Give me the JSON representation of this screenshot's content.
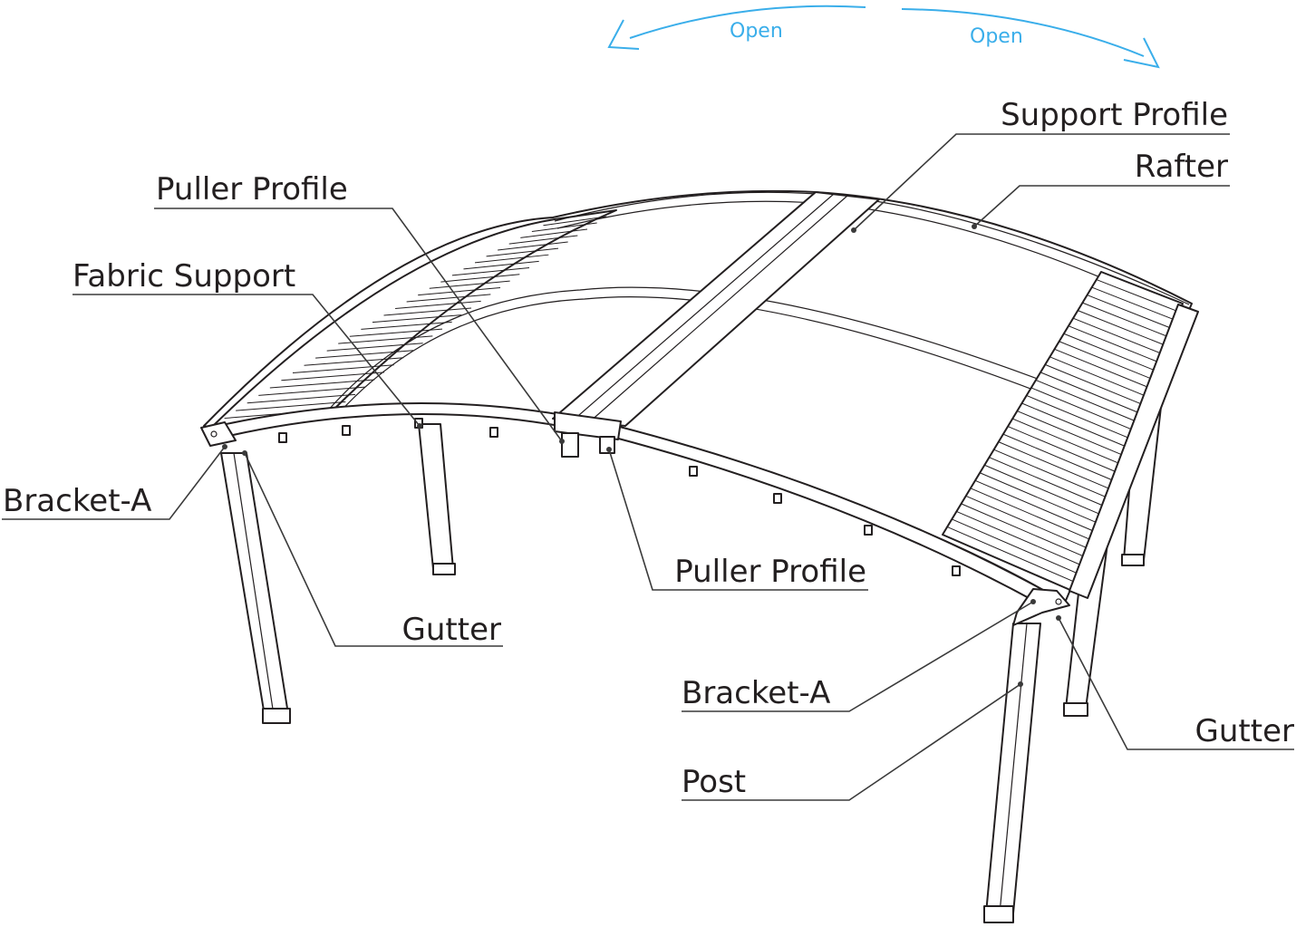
{
  "labels": {
    "open_left": "Open",
    "open_right": "Open",
    "support_profile": "Support Profile",
    "rafter": "Rafter",
    "puller_profile_top": "Puller Profile",
    "fabric_support": "Fabric Support",
    "bracket_a_left": "Bracket-A",
    "gutter_left": "Gutter",
    "puller_profile_mid": "Puller Profile",
    "bracket_a_right": "Bracket-A",
    "gutter_right": "Gutter",
    "post": "Post"
  },
  "colors": {
    "line": "#231f20",
    "leader": "#3a3a3a",
    "open_arrow": "#3aaeea"
  }
}
